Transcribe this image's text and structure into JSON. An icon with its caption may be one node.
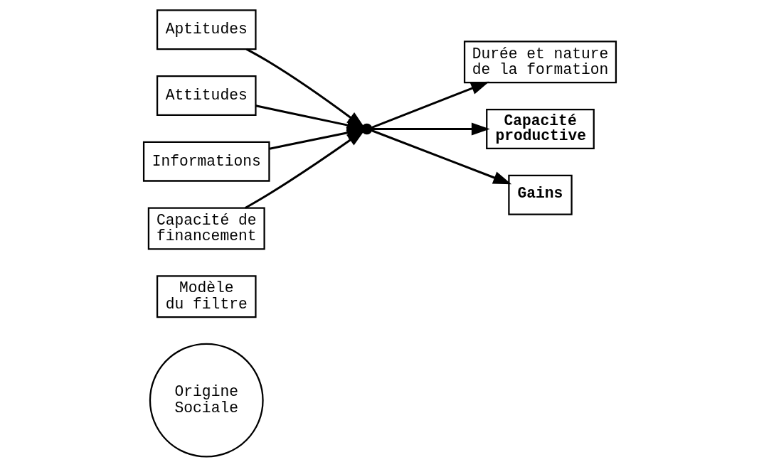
{
  "diagram": {
    "nodes": [
      {
        "text": [
          "Origine Sociale"
        ]
      },
      {
        "text": [
          "Modèle du filtre"
        ]
      },
      {
        "text": [
          "Aptitudes"
        ]
      },
      {
        "text": [
          "Attitudes"
        ]
      },
      {
        "text": [
          "Informations"
        ]
      },
      {
        "text": [
          "Capacité de financement"
        ]
      },
      {
        "text": [],
        "shape": "dot"
      },
      {
        "text": [
          "Durée et nature de la formation"
        ]
      },
      {
        "text": [
          "Capacité productive"
        ]
      },
      {
        "text": [
          "Gains"
        ]
      }
    ],
    "edges": [
      {
        "from": 2,
        "to": 6,
        "arrow": "to"
      },
      {
        "from": 3,
        "to": 6,
        "arrow": "to"
      },
      {
        "from": 4,
        "to": 6,
        "arrow": "to"
      },
      {
        "from": 5,
        "to": 6,
        "arrow": "to"
      },
      {
        "from": 6,
        "to": 7,
        "arrow": "to"
      },
      {
        "from": 6,
        "to": 8,
        "arrow": "to"
      },
      {
        "from": 6,
        "to": 9,
        "arrow": "to"
      }
    ]
  }
}
